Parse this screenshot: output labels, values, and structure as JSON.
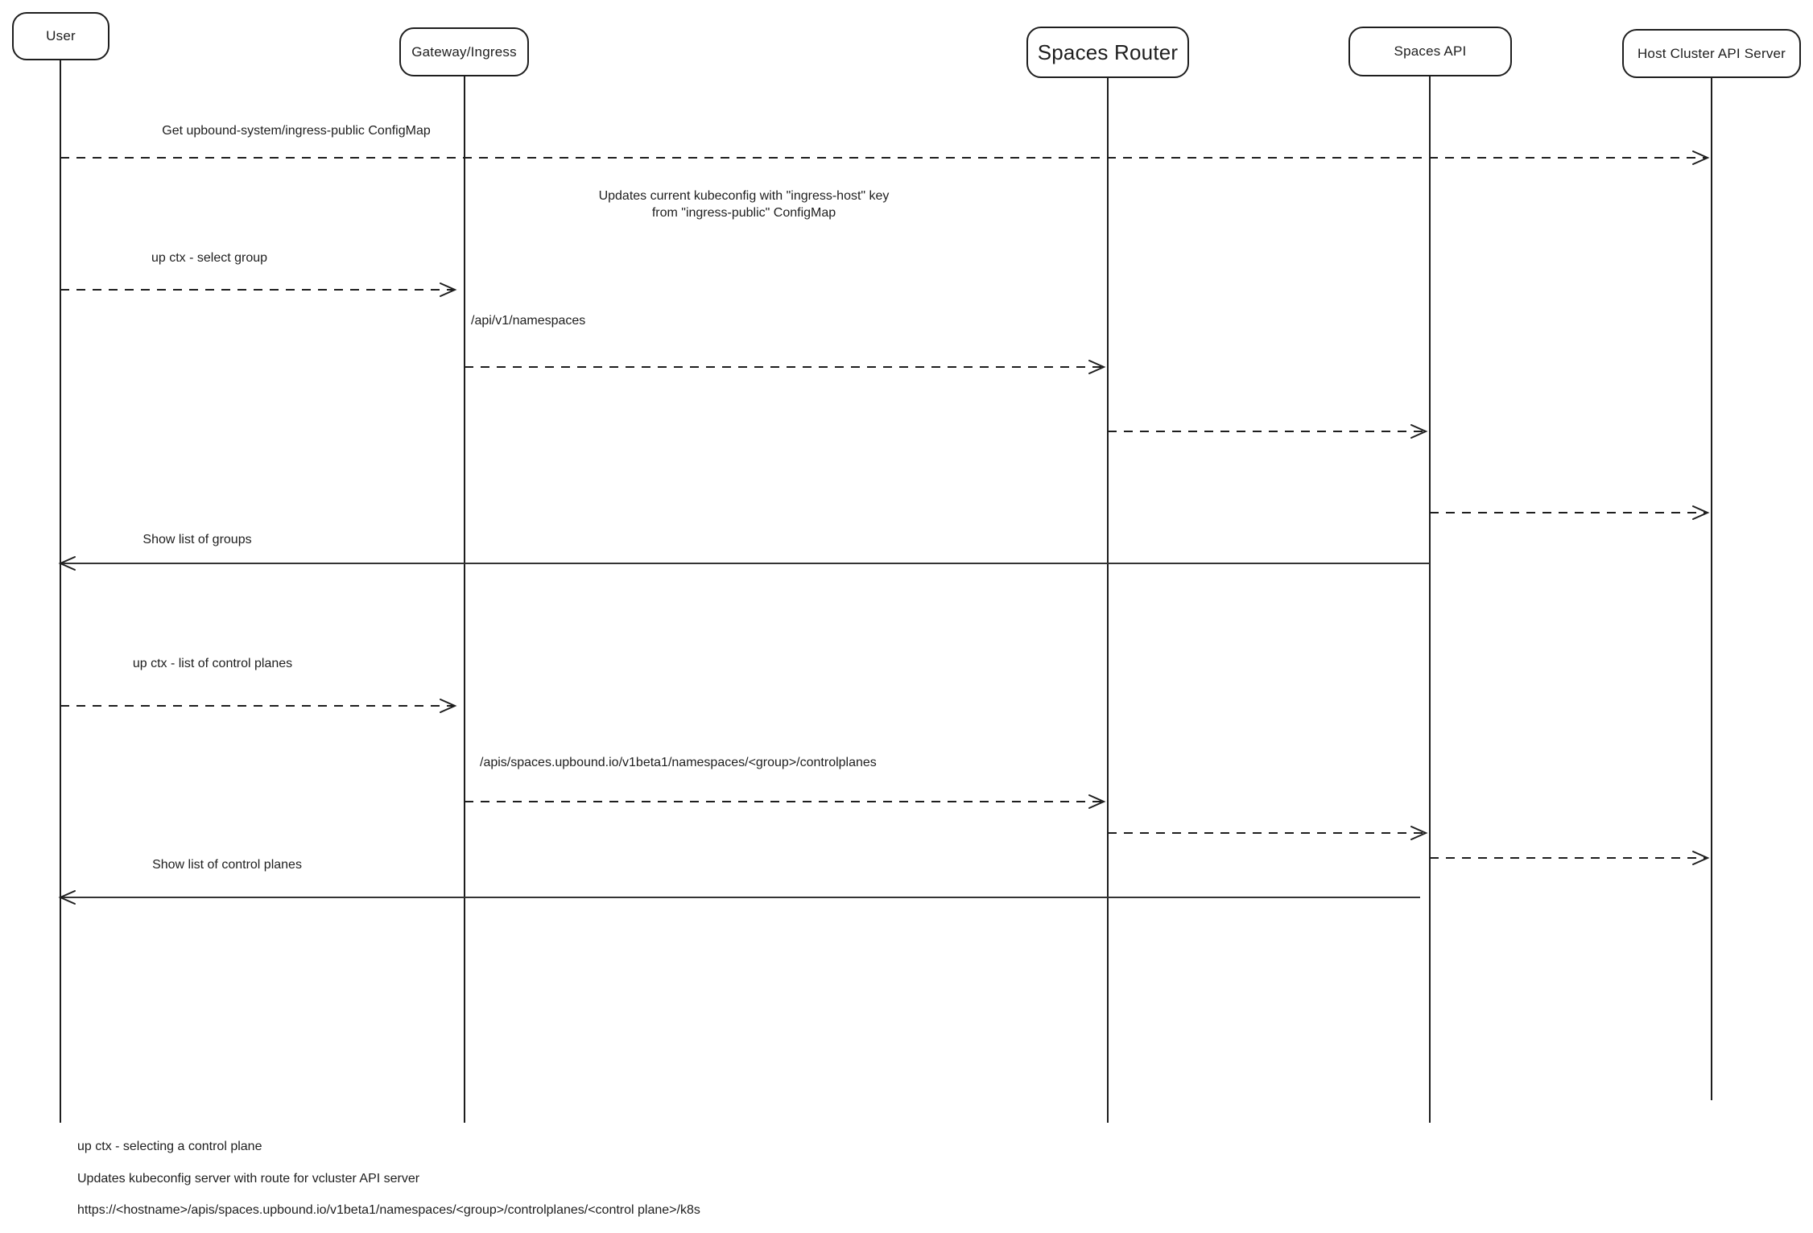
{
  "diagram_type": "sequence-diagram",
  "colors": {
    "stroke": "#1e1e1e",
    "return_line": "#333333",
    "background": "#ffffff"
  },
  "actors": [
    {
      "label": "User"
    },
    {
      "label": "Gateway/Ingress"
    },
    {
      "label": "Spaces Router"
    },
    {
      "label": "Spaces API"
    },
    {
      "label": "Host Cluster API Server"
    }
  ],
  "messages": [
    {
      "label": "Get upbound-system/ingress-public ConfigMap",
      "from": "User",
      "to": "Host Cluster API Server",
      "style": "dashed"
    },
    {
      "label": "up ctx - select group",
      "from": "User",
      "to": "Gateway/Ingress",
      "style": "dashed"
    },
    {
      "label": "/api/v1/namespaces",
      "from": "Gateway/Ingress",
      "to": "Spaces Router",
      "style": "dashed"
    },
    {
      "label": "",
      "from": "Spaces Router",
      "to": "Spaces API",
      "style": "dashed"
    },
    {
      "label": "",
      "from": "Spaces API",
      "to": "Host Cluster API Server",
      "style": "dashed"
    },
    {
      "label": "Show list of groups",
      "from": "Spaces API",
      "to": "User",
      "style": "solid"
    },
    {
      "label": "up ctx - list of control planes",
      "from": "User",
      "to": "Gateway/Ingress",
      "style": "dashed"
    },
    {
      "label": "/apis/spaces.upbound.io/v1beta1/namespaces/<group>/controlplanes",
      "from": "Gateway/Ingress",
      "to": "Spaces Router",
      "style": "dashed"
    },
    {
      "label": "",
      "from": "Spaces Router",
      "to": "Spaces API",
      "style": "dashed"
    },
    {
      "label": "",
      "from": "Spaces API",
      "to": "Host Cluster API Server",
      "style": "dashed"
    },
    {
      "label": "Show list of control planes",
      "from": "Spaces API",
      "to": "User",
      "style": "solid"
    }
  ],
  "note": {
    "lines": [
      "Updates current kubeconfig with \"ingress-host\" key",
      "from \"ingress-public\" ConfigMap"
    ]
  },
  "footnotes": [
    "up ctx - selecting a control plane",
    "Updates kubeconfig server with route for vcluster API server",
    "https://<hostname>/apis/spaces.upbound.io/v1beta1/namespaces/<group>/controlplanes/<control plane>/k8s"
  ]
}
